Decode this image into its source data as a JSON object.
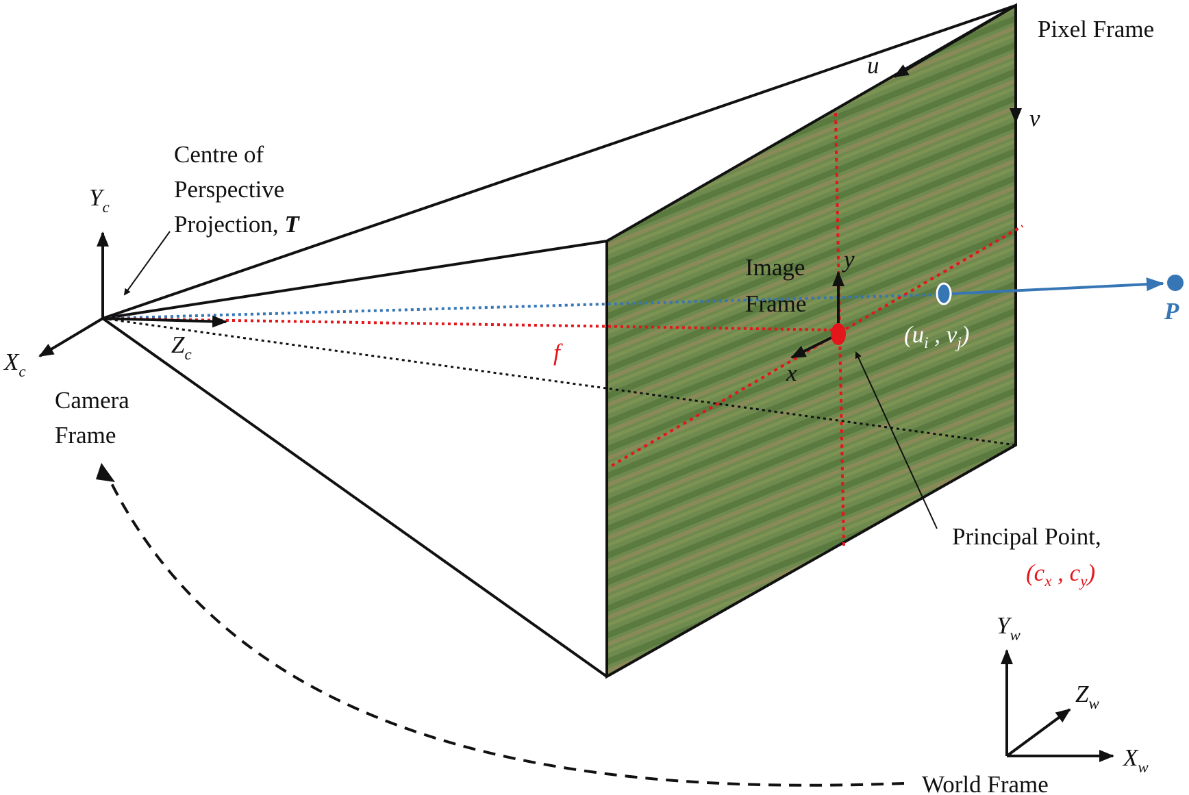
{
  "labels": {
    "pixel_frame": "Pixel Frame",
    "u": "u",
    "v": "v",
    "centre_line1": "Centre of",
    "centre_line2": "Perspective",
    "centre_line3": "Projection, ",
    "centre_T": "T",
    "yc": "Y",
    "yc_sub": "c",
    "xc": "X",
    "xc_sub": "c",
    "zc": "Z",
    "zc_sub": "c",
    "camera_frame_line1": "Camera",
    "camera_frame_line2": "Frame",
    "focal": "f",
    "image_frame_line1": "Image",
    "image_frame_line2": "Frame",
    "x": "x",
    "y": "y",
    "ui_open": "(u",
    "ui_sub": "i",
    "ui_comma": " , v",
    "vj_sub": "j",
    "ui_close": ")",
    "P": "P",
    "principal_line1": "Principal Point,",
    "cx_open": "(c",
    "cx_sub": "x",
    "cx_comma": " , c",
    "cy_sub": "y",
    "cx_close": ")",
    "yw": "Y",
    "yw_sub": "w",
    "zw": "Z",
    "zw_sub": "w",
    "xw": "X",
    "xw_sub": "w",
    "world_frame": "World Frame"
  },
  "colors": {
    "image_plane": "#6f8a4e",
    "red_lines": "#e3161b",
    "blue_ray": "#3776b5",
    "black": "#111111"
  },
  "icons": {
    "image_plane": "aerial-crop-photo"
  }
}
